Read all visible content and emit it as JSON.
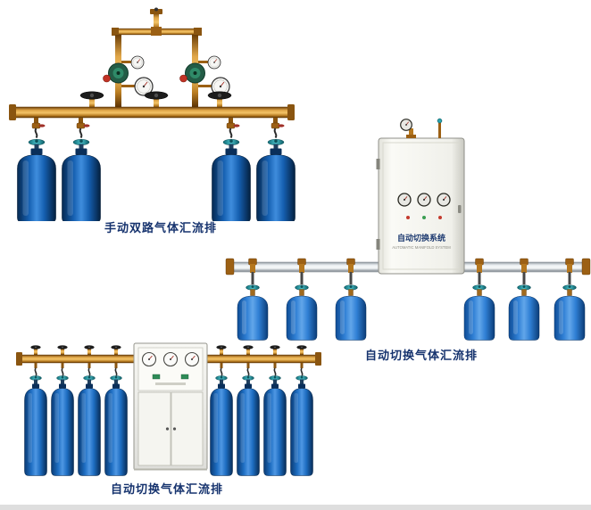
{
  "page": {
    "background": "#ffffff"
  },
  "colors": {
    "caption_text": "#16336e",
    "cylinder_blue": "#1565c0",
    "cylinder_light_blue": "#4f97e3",
    "brass_pipe": "#c08a2e",
    "teal_valve_cap": "#2aa3ad",
    "cabinet_body": "#f2f2ec"
  },
  "products": [
    {
      "caption": "手动双路气体汇流排",
      "cylinder_count": 4,
      "gauge_count": 4,
      "handwheel_valve_count": 3
    },
    {
      "caption": "自动切换气体汇流排",
      "cylinder_count": 6,
      "cabinet": {
        "title": "自动切换系统",
        "subtitle": "AUTOMATIC MANIFOLD SYSTEM",
        "gauge_count": 3
      }
    },
    {
      "caption": "自动切换气体汇流排",
      "cylinder_count": 8,
      "cabinet": {
        "gauge_count": 3
      }
    }
  ]
}
